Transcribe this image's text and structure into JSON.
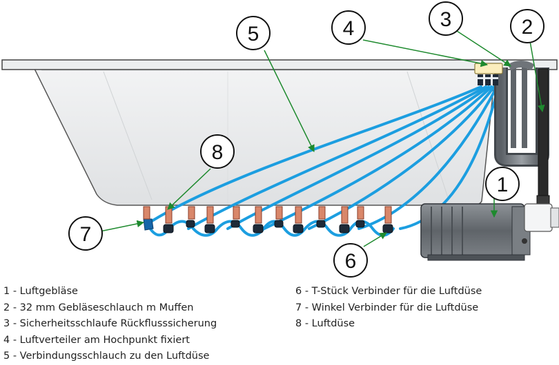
{
  "callouts": [
    "1",
    "2",
    "3",
    "4",
    "5",
    "6",
    "7",
    "8"
  ],
  "legend": {
    "left": [
      "1 - Luftgebläse",
      "2 - 32 mm Gebläseschlauch m Muffen",
      "3 - Sicherheitsschlaufe Rückflusssicherung",
      "4 - Luftverteiler am Hochpunkt fixiert",
      "5 - Verbindungsschlauch zu den Luftdüse"
    ],
    "right": [
      "6 - T-Stück Verbinder für die Luftdüse",
      "7 - Winkel Verbinder für die Luftdüse",
      "8 - Luftdüse"
    ]
  },
  "colors": {
    "hose": "#1c9ee0",
    "arrow": "#1e8a2e",
    "tub_fill": "#e6e8ea",
    "tub_rim": "#eceeef",
    "outline": "#444444",
    "blower": "#6f7479",
    "black_hose": "#2a2a2a"
  }
}
